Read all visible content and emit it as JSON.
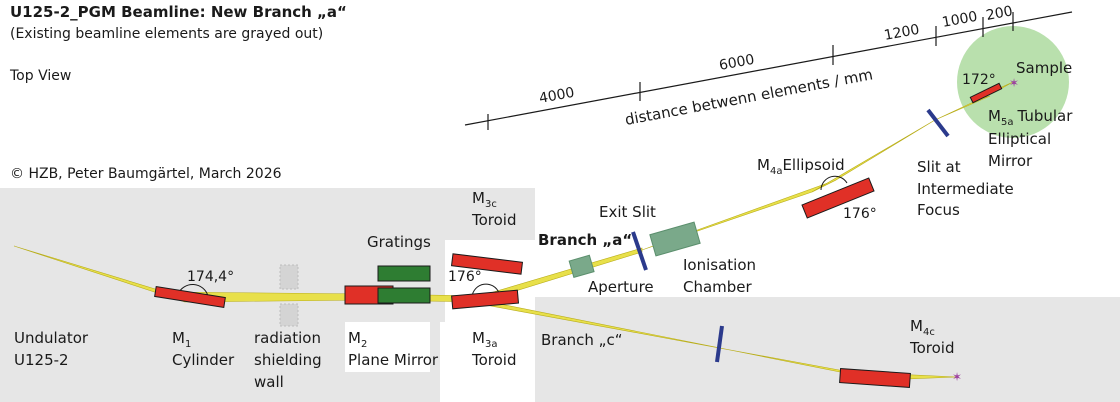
{
  "header": {
    "title": "U125-2_PGM Beamline: New Branch „a“",
    "subtitle": "(Existing beamline elements are grayed out)",
    "view": "Top View",
    "copyright": "© HZB, Peter Baumgärtel, March 2026"
  },
  "scale": {
    "seg_4000": "4000",
    "seg_6000": "6000",
    "seg_1200": "1200",
    "seg_1000": "1000",
    "seg_200": "200",
    "axis_label": "distance betwenn  elements / mm"
  },
  "labels": {
    "sample": "Sample",
    "angle_m5": "172°",
    "m5_line1": "Tubular",
    "m5_line2": "Elliptical",
    "m5_line3": "Mirror",
    "m4a_suffix": "Ellipsoid",
    "angle_m4a": "176°",
    "slit_line1": "Slit at",
    "slit_line2": "Intermediate",
    "slit_line3": "Focus",
    "exit_slit": "Exit Slit",
    "branch_a": "Branch „a“",
    "ionisation_line1": "Ionisation",
    "ionisation_line2": "Chamber",
    "aperture": "Aperture",
    "m3c_suffix": "Toroid",
    "angle_m3": "176°",
    "gratings": "Gratings",
    "angle_m1": "174,4°",
    "undulator_line1": "Undulator",
    "undulator_line2": "U125-2",
    "m1_suffix": "Cylinder",
    "wall_line1": "radiation",
    "wall_line2": "shielding",
    "wall_line3": "wall",
    "m2_suffix": "Plane Mirror",
    "m3a_suffix": "Toroid",
    "branch_c": "Branch „c“",
    "m4c_suffix": "Toroid"
  },
  "mirrors": {
    "m1": {
      "base": "M",
      "sub": "1"
    },
    "m2": {
      "base": "M",
      "sub": "2"
    },
    "m3a": {
      "base": "M",
      "sub": "3a"
    },
    "m3c": {
      "base": "M",
      "sub": "3c"
    },
    "m4a": {
      "base": "M",
      "sub": "4a"
    },
    "m4c": {
      "base": "M",
      "sub": "4c"
    },
    "m5a": {
      "base": "M",
      "sub": "5a"
    }
  },
  "colors": {
    "mirror_red": "#e03027",
    "grating_green": "#2e7d32",
    "beam_yellow": "#e8e04a",
    "slit_blue": "#2b3a8c",
    "chamber_green": "#7aa98a",
    "gray_zone": "#e6e6e6",
    "sample_circle": "#b9e0ad",
    "sample_star": "#9b3fa0"
  }
}
